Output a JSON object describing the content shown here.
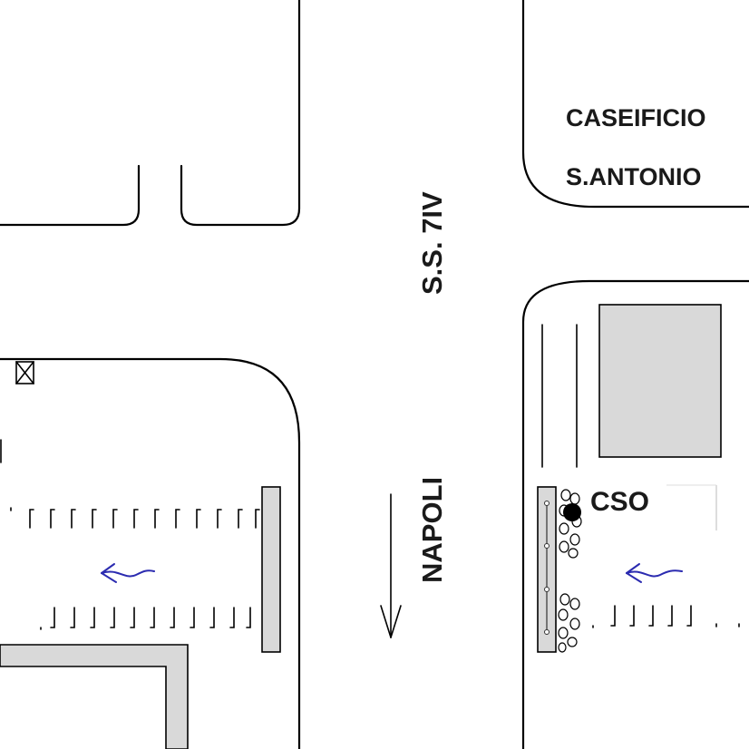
{
  "labels": {
    "business_line1": "CASEIFICIO",
    "business_line2": "S.ANTONIO",
    "road_name": "S.S. 7IV",
    "direction": "NAPOLI",
    "cso": "CSO"
  },
  "colors": {
    "lines": "#000000",
    "building_fill": "#d9d9d9",
    "flow_arrow": "#2b2bb0",
    "background": "#ffffff"
  },
  "icons": {
    "box": "boxed-x-icon",
    "cso_point": "filled-dot-marker",
    "flow": "wavy-arrow-left-icon",
    "direction": "down-arrow-icon"
  }
}
